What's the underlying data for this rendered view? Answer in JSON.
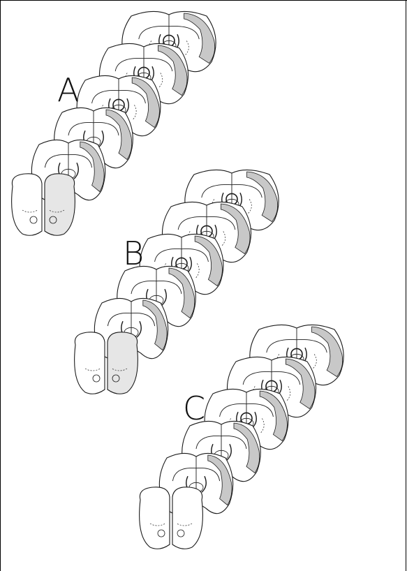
{
  "figure": {
    "panels": [
      {
        "label": "A",
        "section_count": 6
      },
      {
        "label": "B",
        "section_count": 6
      },
      {
        "label": "C",
        "section_count": 6
      }
    ],
    "colors": {
      "outline": "#1a1a1a",
      "highlight": "#c8c8c8",
      "background": "#ffffff"
    }
  }
}
